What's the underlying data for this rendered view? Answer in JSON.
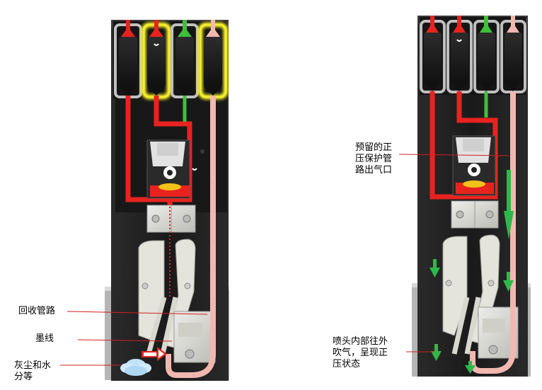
{
  "left_panel": {
    "labels": {
      "recycle_line": "回收管路",
      "ink_line": "墨线",
      "dust_water": "灰尘和水\n分等"
    }
  },
  "right_panel": {
    "labels": {
      "vent": "预留的正\n压保护管\n路出气口",
      "nozzle_state": "喷头内部往外\n吹气，呈现正\n压状态"
    }
  },
  "colors": {
    "red_line": "#e8231f",
    "pink_line": "#f2b8b0",
    "green_line": "#3fbf3a",
    "yellow_glow": "#f4ee2a",
    "housing": "#1f1f1f",
    "carriage": "#ddddd2",
    "leader_line": "#d42020",
    "airflow_arrow": "#2fb84a"
  },
  "icons": [
    "dust-cloud-icon",
    "right-arrow-icon",
    "down-arrow-icon"
  ]
}
